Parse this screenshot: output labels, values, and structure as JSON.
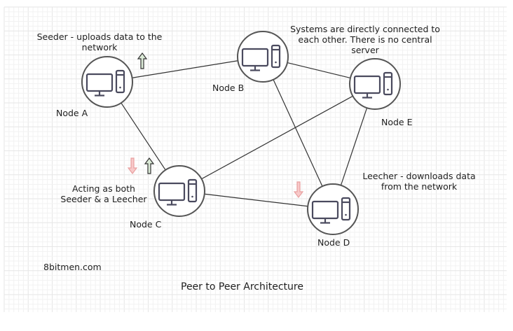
{
  "diagram": {
    "title": "Peer to Peer Architecture",
    "watermark": "8bitmen.com",
    "colors": {
      "grid_minor": "#f2f2f2",
      "grid_major": "#e6e6e6",
      "node_stroke": "#555555",
      "icon_stroke": "#4a4a5e",
      "edge": "#333333",
      "upload_fill": "#dcebd8",
      "upload_stroke": "#333333",
      "download_fill": "#f8c9c9",
      "download_stroke": "#e8a0a0"
    },
    "nodes": [
      {
        "id": "A",
        "label": "Node A",
        "icon": "desktop-computer-icon"
      },
      {
        "id": "B",
        "label": "Node B",
        "icon": "desktop-computer-icon"
      },
      {
        "id": "C",
        "label": "Node C",
        "icon": "desktop-computer-icon"
      },
      {
        "id": "D",
        "label": "Node D",
        "icon": "desktop-computer-icon"
      },
      {
        "id": "E",
        "label": "Node E",
        "icon": "desktop-computer-icon"
      }
    ],
    "edges": [
      [
        "A",
        "B"
      ],
      [
        "A",
        "C"
      ],
      [
        "B",
        "E"
      ],
      [
        "B",
        "D"
      ],
      [
        "C",
        "E"
      ],
      [
        "C",
        "D"
      ],
      [
        "D",
        "E"
      ]
    ],
    "arrows": [
      {
        "node": "A",
        "direction": "up",
        "meaning": "upload"
      },
      {
        "node": "C",
        "direction": "down",
        "meaning": "download"
      },
      {
        "node": "C",
        "direction": "up",
        "meaning": "upload"
      },
      {
        "node": "D",
        "direction": "down",
        "meaning": "download"
      }
    ],
    "annotations": {
      "seeder": [
        "Seeder - uploads data to the",
        "network"
      ],
      "systems": [
        "Systems are directly connected to",
        "each other. There is no central",
        "server"
      ],
      "both": [
        "Acting as both",
        "Seeder & a Leecher"
      ],
      "leecher": [
        "Leecher - downloads data",
        "from the network"
      ]
    }
  }
}
